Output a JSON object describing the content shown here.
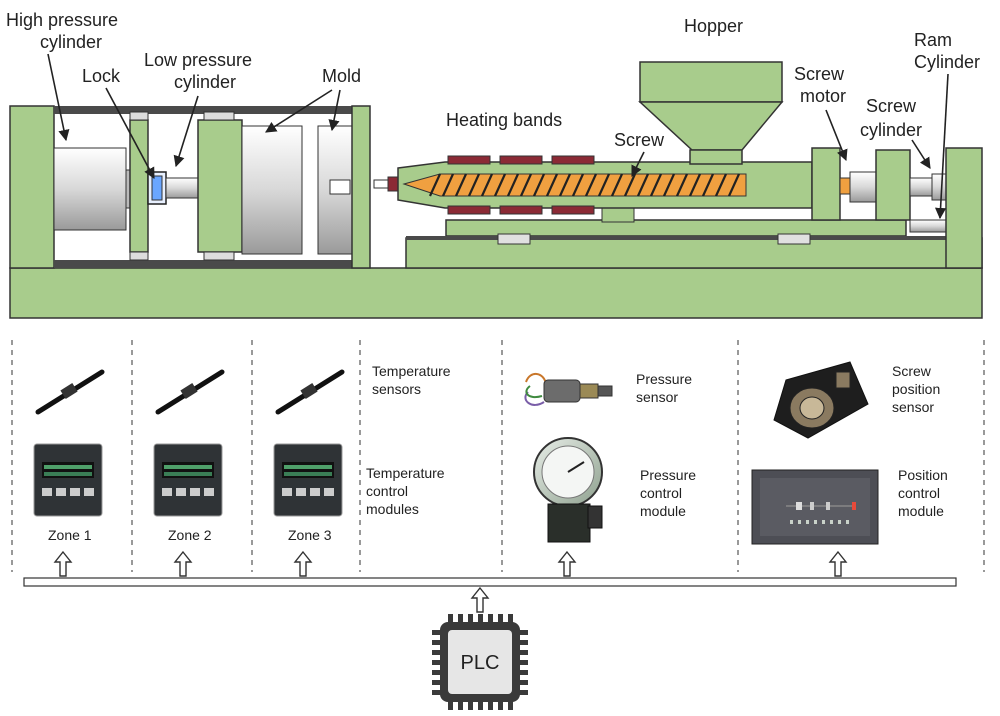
{
  "colors": {
    "machine_green": "#a8cc8c",
    "dark_rail": "#4a4a4a",
    "heating_band": "#8b2a35",
    "screw_orange": "#f0a040",
    "chip": "#3a3a3a"
  },
  "machine_labels": {
    "high_pressure_cylinder": [
      "High pressure",
      "cylinder"
    ],
    "lock": "Lock",
    "low_pressure_cylinder": [
      "Low pressure",
      "cylinder"
    ],
    "mold": "Mold",
    "heating_bands": "Heating bands",
    "screw": "Screw",
    "hopper": "Hopper",
    "screw_motor": [
      "Screw",
      "motor"
    ],
    "screw_cylinder": [
      "Screw",
      "cylinder"
    ],
    "ram_cylinder": [
      "Ram",
      "Cylinder"
    ]
  },
  "control": {
    "temperature_sensors": [
      "Temperature",
      "sensors"
    ],
    "temperature_control_modules": [
      "Temperature",
      "control",
      "modules"
    ],
    "zones": [
      "Zone 1",
      "Zone 2",
      "Zone 3"
    ],
    "pressure_sensor": [
      "Pressure",
      "sensor"
    ],
    "pressure_control_module": [
      "Pressure",
      "control",
      "module"
    ],
    "screw_position_sensor": [
      "Screw",
      "position",
      "sensor"
    ],
    "position_control_module": [
      "Position",
      "control",
      "module"
    ],
    "plc": "PLC"
  },
  "icons": [
    "temperature-sensor-icon",
    "temperature-controller-icon",
    "pressure-sensor-icon",
    "pressure-gauge-icon",
    "position-sensor-icon",
    "position-control-panel-icon",
    "up-arrow-icon",
    "plc-chip-icon"
  ]
}
